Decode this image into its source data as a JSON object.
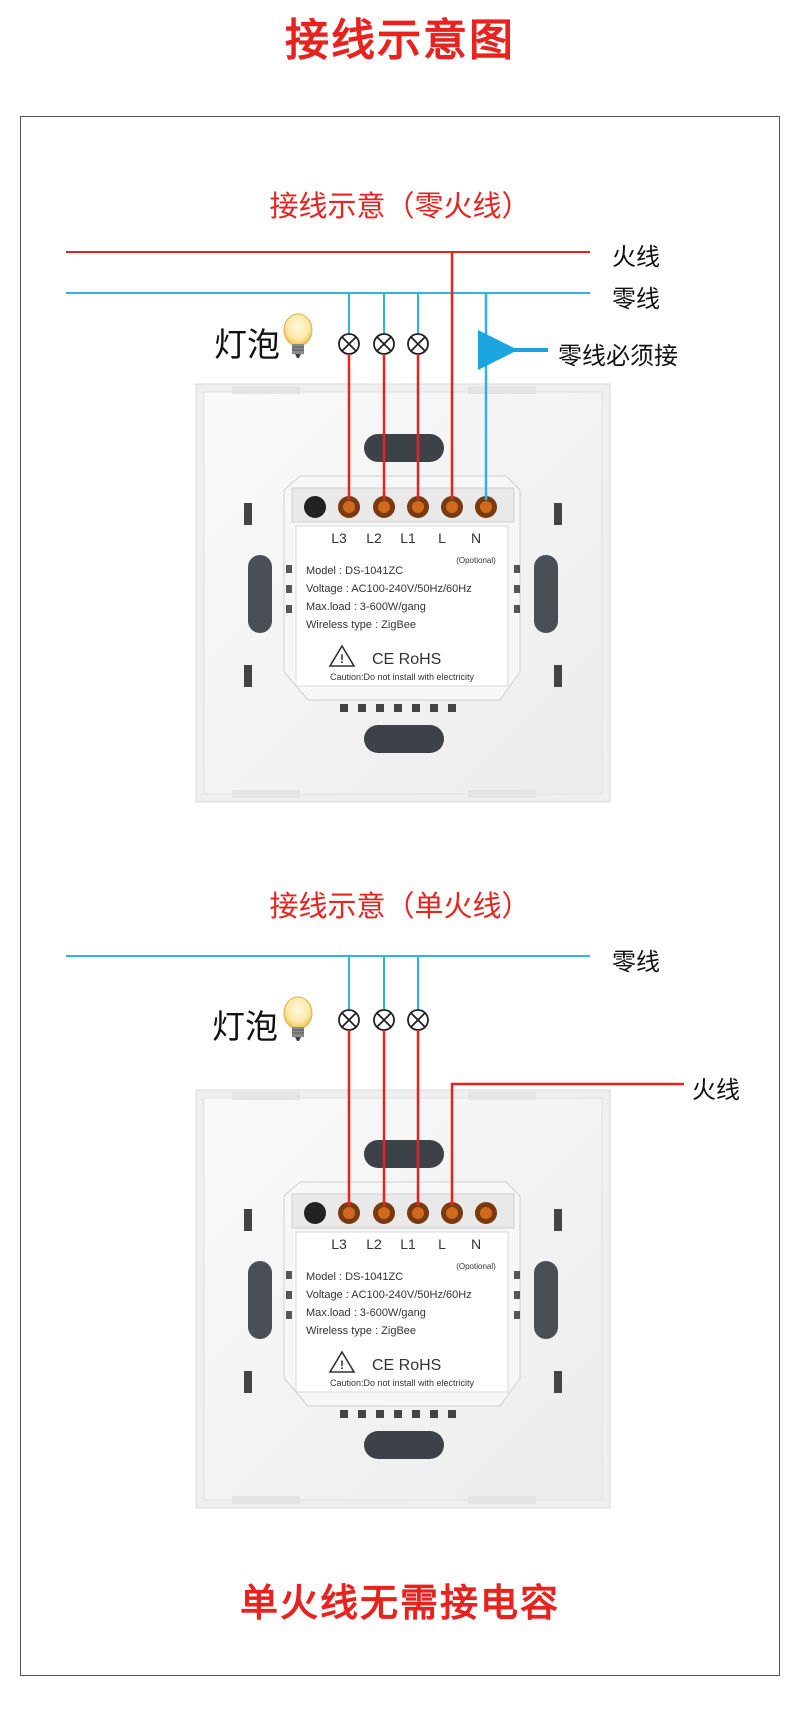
{
  "page_title": "接线示意图",
  "colors": {
    "live_wire": "#e8231f",
    "neutral_wire": "#2eb3e3",
    "accent_red": "#e8231f",
    "arrow": "#1aa5e0"
  },
  "diagram_neutral": {
    "title": "接线示意（零火线）",
    "live_label": "火线",
    "neutral_label": "零线",
    "bulb_label": "灯泡",
    "arrow_note": "零线必须接"
  },
  "diagram_single": {
    "title": "接线示意（单火线）",
    "neutral_label": "零线",
    "live_label": "火线",
    "bulb_label": "灯泡"
  },
  "device_label": {
    "terminals": [
      "L3",
      "L2",
      "L1",
      "L",
      "N"
    ],
    "optional": "(Opotional)",
    "model": "Model : DS-1041ZC",
    "voltage": "Voltage : AC100-240V/50Hz/60Hz",
    "max_load": "Max.load : 3-600W/gang",
    "wireless": "Wireless type : ZigBee",
    "cert": "CE RoHS",
    "caution": "Caution:Do not install with electricity"
  },
  "footer_note": "单火线无需接电容"
}
